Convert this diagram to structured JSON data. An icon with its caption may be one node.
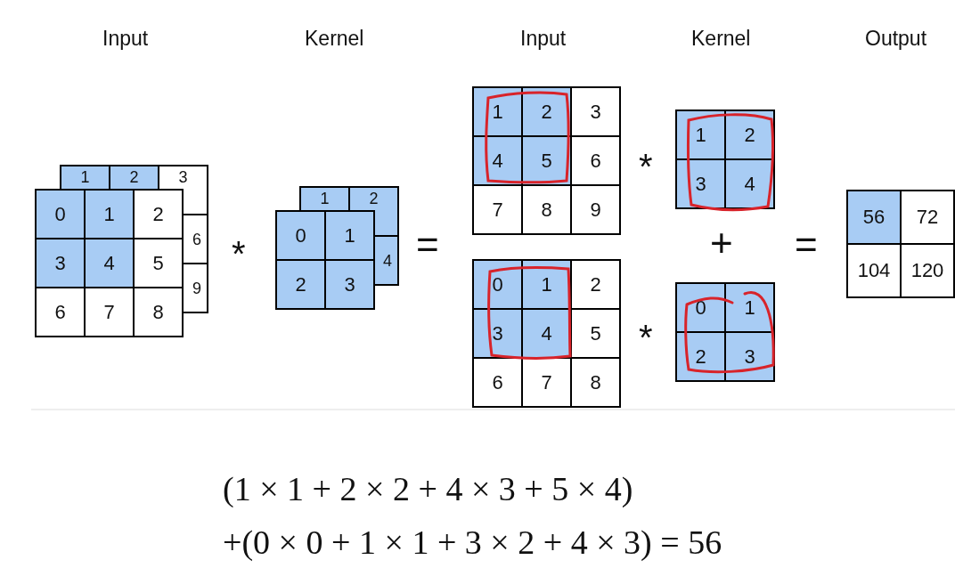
{
  "diagram": {
    "nodes": [
      {
        "text": [
          "1",
          "2",
          "3",
          "6",
          "9"
        ]
      },
      {
        "text": [
          "0",
          "1",
          "2",
          "3",
          "4",
          "5",
          "6",
          "7",
          "8"
        ]
      },
      {
        "text": [
          "1",
          "2",
          "4"
        ]
      },
      {
        "text": [
          "0",
          "1",
          "2",
          "3"
        ]
      },
      {
        "text": [
          "1",
          "2",
          "3",
          "4",
          "5",
          "6",
          "7",
          "8",
          "9"
        ]
      },
      {
        "text": [
          "1",
          "2",
          "3",
          "4"
        ]
      },
      {
        "text": [
          "0",
          "1",
          "2",
          "3",
          "4",
          "5",
          "6",
          "7",
          "8"
        ]
      },
      {
        "text": [
          "0",
          "1",
          "2",
          "3"
        ]
      },
      {
        "text": [
          "56",
          "72",
          "104",
          "120"
        ]
      }
    ],
    "labels": [
      "Input",
      "Kernel",
      "Input",
      "Kernel",
      "Output",
      "*",
      "*",
      "=",
      "+",
      "=",
      "*",
      "(1 × 1 + 2 × 2 + 4 × 3 + 5 × 4)",
      "+(0 × 0 + 1 × 1 + 3 × 2 + 4 × 3) = 56"
    ]
  }
}
